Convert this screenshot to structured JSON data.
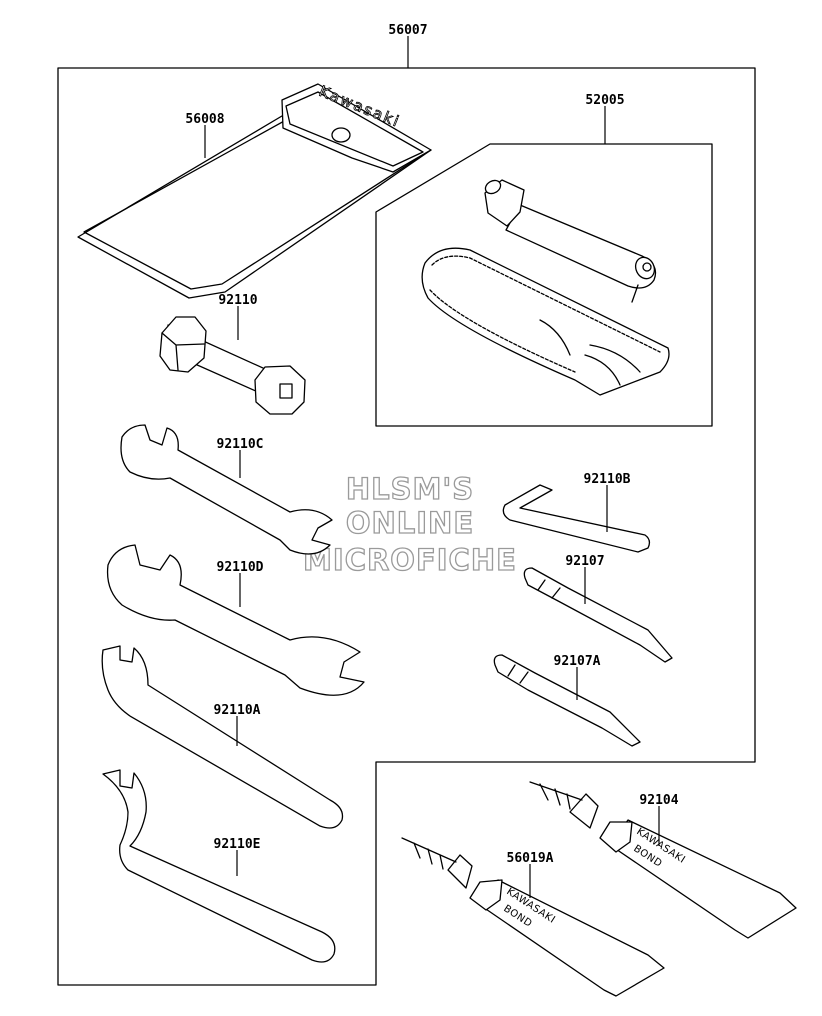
{
  "parts": {
    "p56007": "56007",
    "p56008": "56008",
    "p52005": "52005",
    "p92110": "92110",
    "p92110C": "92110C",
    "p92110D": "92110D",
    "p92110A": "92110A",
    "p92110E": "92110E",
    "p92110B": "92110B",
    "p92107": "92107",
    "p92107A": "92107A",
    "p92104": "92104",
    "p56019A": "56019A"
  },
  "watermark": {
    "line1": "HLSM'S",
    "line2": "ONLINE",
    "line3": "MICROFICHE"
  },
  "logos": {
    "pouch": "Kawasaki",
    "tube_brand": "KAWASAKI",
    "tube_product": "BOND"
  }
}
